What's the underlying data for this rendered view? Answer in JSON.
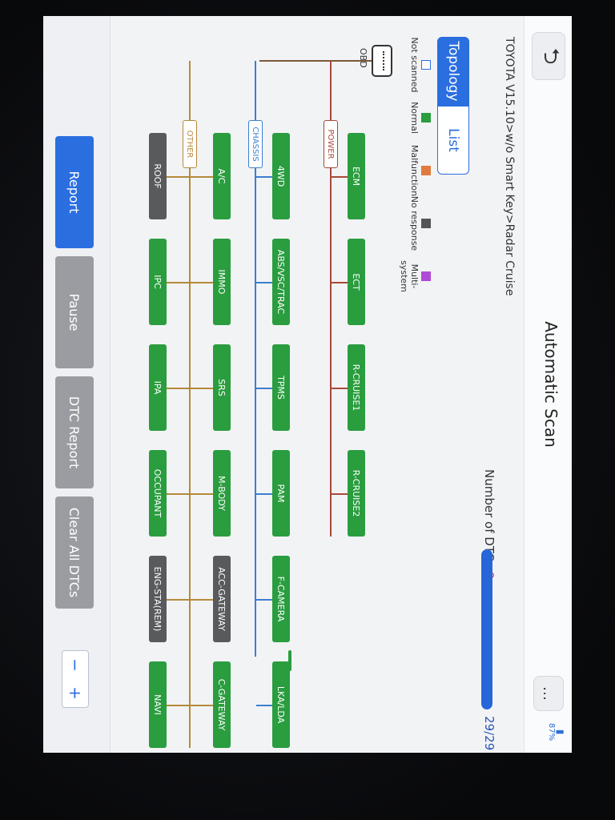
{
  "app": {
    "title": "Automatic Scan",
    "back_icon": "back-icon",
    "chat_icon": "chat-icon",
    "battery_text": "87%"
  },
  "breadcrumb": "TOYOTA V15.10>w/o Smart Key>Radar Cruise",
  "dtc": {
    "label": "Number of DTCs:",
    "count": "0",
    "progress_text": "29/29",
    "progress_fraction": 1.0,
    "progress_color": "#2666d9"
  },
  "tabs": [
    {
      "label": "Topology",
      "active": true
    },
    {
      "label": "List",
      "active": false
    }
  ],
  "legend": [
    {
      "label": "Not scanned",
      "color": "#ffffff"
    },
    {
      "label": "Normal",
      "color": "#2a9d3f"
    },
    {
      "label": "Malfunction",
      "color": "#e07a3f"
    },
    {
      "label": "No response",
      "color": "#555555"
    },
    {
      "label": "Multi-system",
      "color": "#b04ad6"
    }
  ],
  "topology": {
    "root": "OBD",
    "buses": [
      {
        "name": "POWER",
        "color": "#a9493a",
        "nodes": [
          {
            "name": "ECM",
            "status": "normal"
          },
          {
            "name": "ECT",
            "status": "normal"
          },
          {
            "name": "R-CRUISE1",
            "status": "normal"
          },
          {
            "name": "R-CRUISE2",
            "status": "normal"
          }
        ]
      },
      {
        "name": "CHASSIS",
        "color": "#3b7fd0",
        "nodes": [
          {
            "name": "4WD",
            "status": "normal"
          },
          {
            "name": "ABS/VSC/TRAC",
            "status": "normal"
          },
          {
            "name": "TPMS",
            "status": "normal"
          },
          {
            "name": "PAM",
            "status": "normal"
          },
          {
            "name": "F-CAMERA",
            "status": "normal"
          },
          {
            "name": "LKA/LDA",
            "status": "normal"
          }
        ]
      },
      {
        "name": "OTHER",
        "color": "#b58a3a",
        "nodes_upper": [
          {
            "name": "A/C",
            "status": "normal"
          },
          {
            "name": "IMMO",
            "status": "normal"
          },
          {
            "name": "SRS",
            "status": "normal"
          },
          {
            "name": "M-BODY",
            "status": "normal"
          },
          {
            "name": "ACC-GATEWAY",
            "status": "no_response"
          },
          {
            "name": "C-GATEWAY",
            "status": "normal"
          }
        ],
        "nodes_lower": [
          {
            "name": "ROOF",
            "status": "no_response"
          },
          {
            "name": "IPC",
            "status": "normal"
          },
          {
            "name": "IPA",
            "status": "normal"
          },
          {
            "name": "OCCUPANT",
            "status": "normal"
          },
          {
            "name": "ENG-STA(REM)",
            "status": "no_response"
          },
          {
            "name": "NAVI",
            "status": "normal"
          }
        ]
      }
    ]
  },
  "footer": {
    "report": "Report",
    "pause": "Pause",
    "dtc_report": "DTC Report",
    "clear_all": "Clear All DTCs",
    "zoom_minus": "−",
    "zoom_plus": "+"
  },
  "system_nav": [
    "screenshot-icon",
    "volume-down-icon",
    "home-icon",
    "menu-icon",
    "back-nav-icon",
    "volume-up-icon",
    "bluetooth-icon",
    "vci-icon",
    "screen-record-icon"
  ]
}
